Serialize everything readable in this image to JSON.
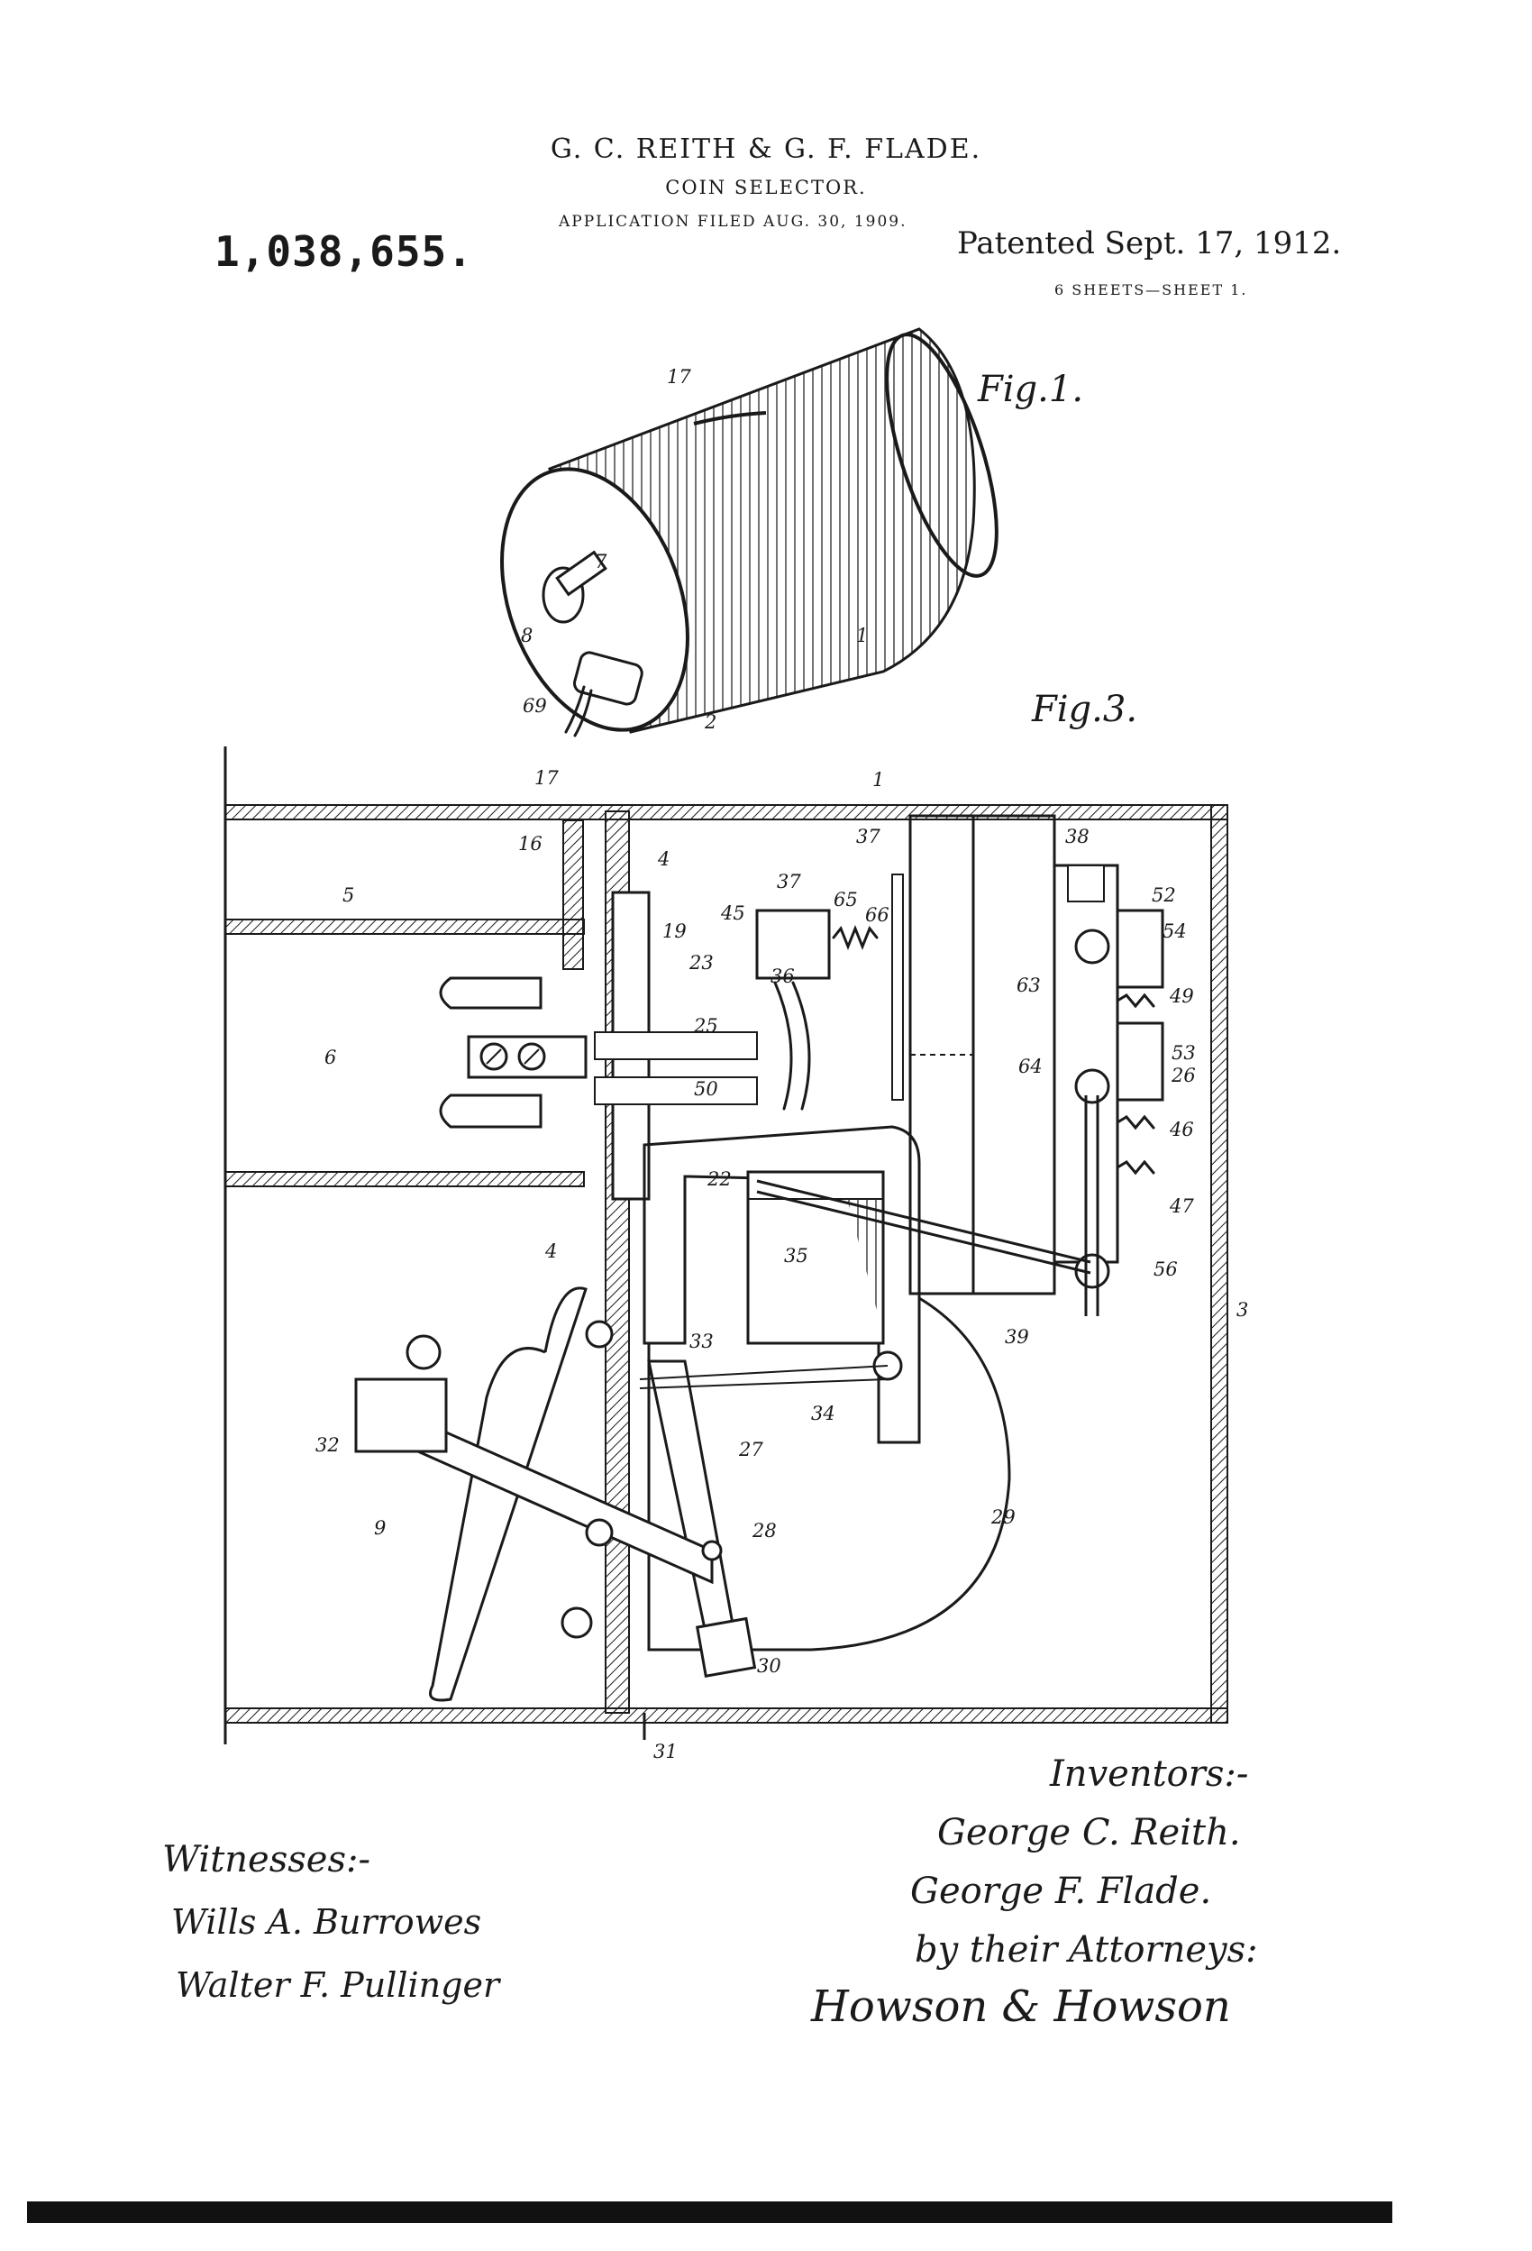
{
  "header": {
    "inventors_line": "G. C. REITH & G. F. FLADE.",
    "title": "COIN SELECTOR.",
    "application": "APPLICATION FILED AUG. 30, 1909.",
    "patent_number": "1,038,655.",
    "patented_date": "Patented Sept. 17, 1912.",
    "sheets": "6 SHEETS—SHEET 1."
  },
  "figures": {
    "fig1": {
      "label": "Fig.1.",
      "refs": [
        "17",
        "7",
        "8",
        "69",
        "1",
        "2"
      ]
    },
    "fig3": {
      "label": "Fig.3.",
      "refs": [
        "17",
        "1",
        "16",
        "4",
        "37",
        "38",
        "5",
        "37",
        "65",
        "66",
        "52",
        "54",
        "45",
        "19",
        "23",
        "36",
        "63",
        "49",
        "6",
        "25",
        "64",
        "53",
        "50",
        "26",
        "46",
        "22",
        "47",
        "4",
        "35",
        "56",
        "3",
        "39",
        "33",
        "34",
        "32",
        "27",
        "9",
        "28",
        "29",
        "30",
        "31"
      ]
    }
  },
  "signatures": {
    "inventors_heading": "Inventors:-",
    "inventor_1": "George C. Reith.",
    "inventor_2": "George F. Flade.",
    "attorneys_line": "by their Attorneys:",
    "attorneys": "Howson & Howson",
    "witnesses_heading": "Witnesses:-",
    "witness_1": "Wills A. Burrowes",
    "witness_2": "Walter F. Pullinger"
  }
}
